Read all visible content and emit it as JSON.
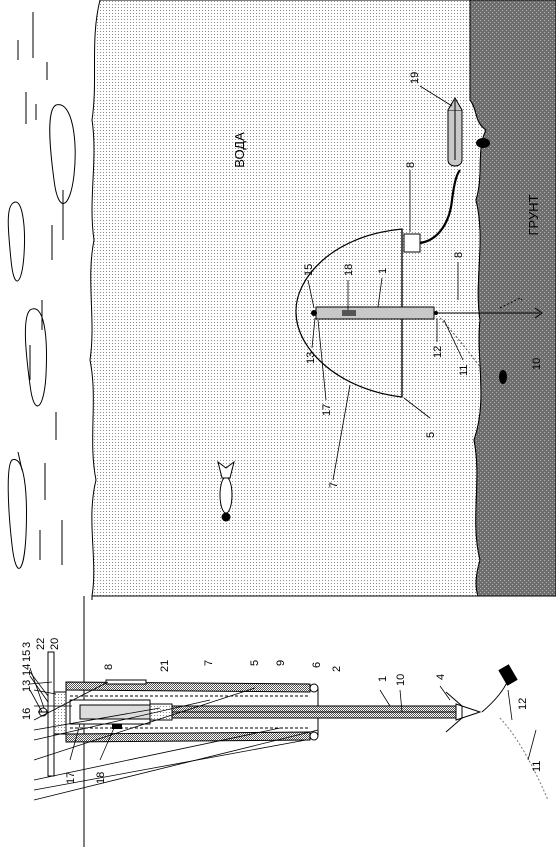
{
  "scene": {
    "water_label": "ВОДА",
    "ground_label": "ГРУНТ",
    "labels": {
      "n19": "19",
      "n8a": "8",
      "n8b": "8",
      "n15": "15",
      "n18": "18",
      "n1": "1",
      "n13": "13",
      "n17": "17",
      "n12": "12",
      "n11": "11",
      "n10": "10",
      "n5": "5",
      "n7": "7"
    }
  },
  "detail": {
    "labels": {
      "n16": "16",
      "n13": "13",
      "n14": "14",
      "n15": "15",
      "n3": "3",
      "n22": "22",
      "n20": "20",
      "n8": "8",
      "n21": "21",
      "n7": "7",
      "n5": "5",
      "n9": "9",
      "n6": "6",
      "n2": "2",
      "n1": "1",
      "n10": "10",
      "n4": "4",
      "n12": "12",
      "n11": "11",
      "n17": "17",
      "n18": "18"
    }
  },
  "colors": {
    "water_dots": "#9a9a9a",
    "ground": "#6e6e6e",
    "ink": "#000000"
  }
}
